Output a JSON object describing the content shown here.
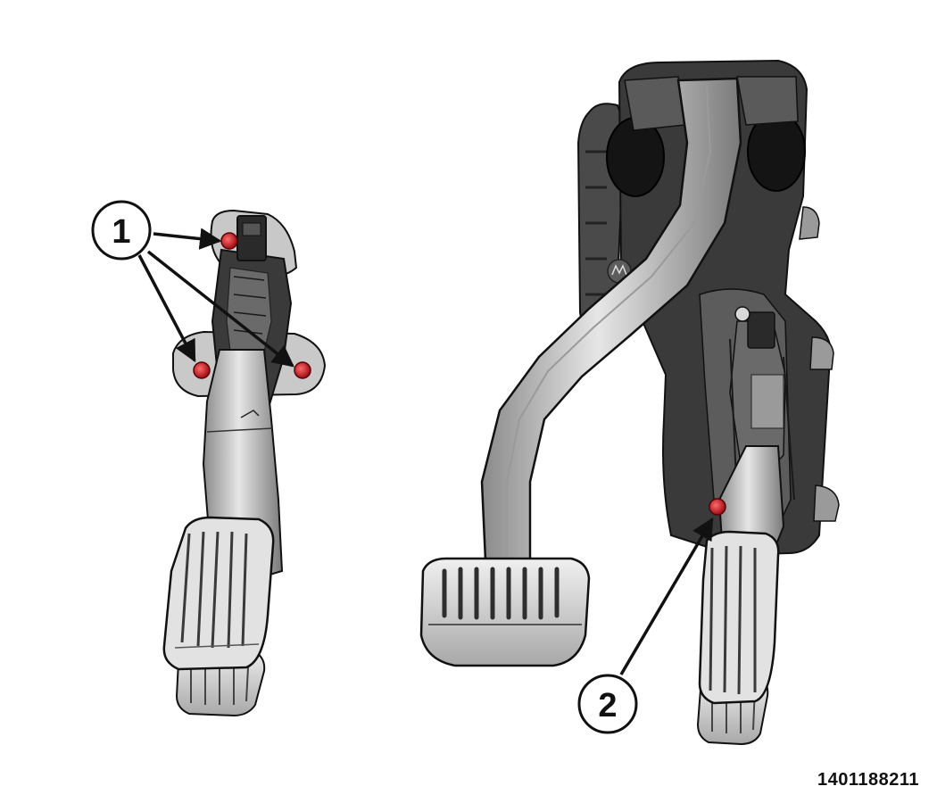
{
  "callouts": [
    {
      "label": "1"
    },
    {
      "label": "2"
    }
  ],
  "figure": {
    "id": "1401188211"
  },
  "colors": {
    "fastener": "#d01c24",
    "part_dark": "#2b2b2b",
    "part_light": "#d9d9d9",
    "outline": "#111111"
  }
}
